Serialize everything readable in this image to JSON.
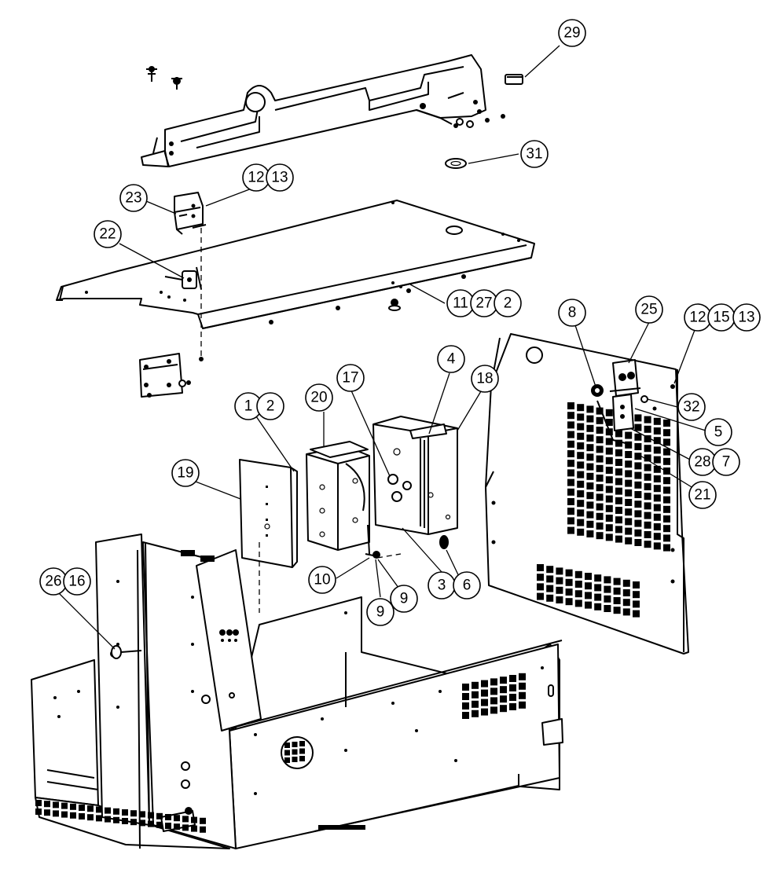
{
  "callouts": [
    {
      "id": "c29",
      "label": "29"
    },
    {
      "id": "c31",
      "label": "31"
    },
    {
      "id": "c12a",
      "label": "12"
    },
    {
      "id": "c13a",
      "label": "13"
    },
    {
      "id": "c23",
      "label": "23"
    },
    {
      "id": "c22",
      "label": "22"
    },
    {
      "id": "c11",
      "label": "11"
    },
    {
      "id": "c27",
      "label": "27"
    },
    {
      "id": "c2a",
      "label": "2"
    },
    {
      "id": "c8",
      "label": "8"
    },
    {
      "id": "c25",
      "label": "25"
    },
    {
      "id": "c12b",
      "label": "12"
    },
    {
      "id": "c15",
      "label": "15"
    },
    {
      "id": "c13b",
      "label": "13"
    },
    {
      "id": "c4",
      "label": "4"
    },
    {
      "id": "c20",
      "label": "20"
    },
    {
      "id": "c17",
      "label": "17"
    },
    {
      "id": "c18",
      "label": "18"
    },
    {
      "id": "c1",
      "label": "1"
    },
    {
      "id": "c2b",
      "label": "2"
    },
    {
      "id": "c32",
      "label": "32"
    },
    {
      "id": "c5",
      "label": "5"
    },
    {
      "id": "c28",
      "label": "28"
    },
    {
      "id": "c7",
      "label": "7"
    },
    {
      "id": "c19",
      "label": "19"
    },
    {
      "id": "c21",
      "label": "21"
    },
    {
      "id": "c10",
      "label": "10"
    },
    {
      "id": "c3",
      "label": "3"
    },
    {
      "id": "c6",
      "label": "6"
    },
    {
      "id": "c9a",
      "label": "9"
    },
    {
      "id": "c9b",
      "label": "9"
    },
    {
      "id": "c26",
      "label": "26"
    },
    {
      "id": "c16",
      "label": "16"
    }
  ]
}
